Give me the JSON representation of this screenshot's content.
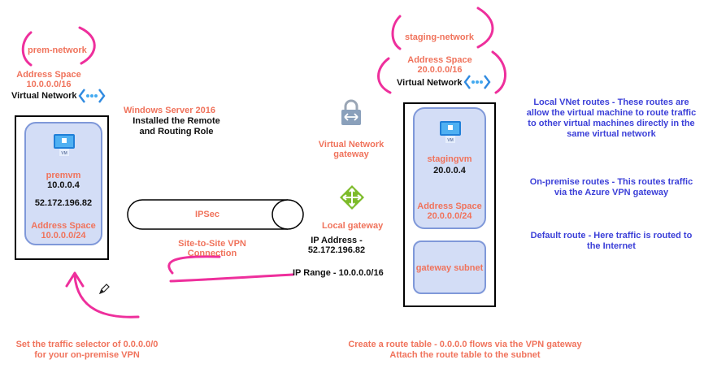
{
  "colors": {
    "orange": "#f0735c",
    "blue": "#3b3fd8",
    "magenta": "#ee2f9c",
    "vm_fill": "#d3ddf6",
    "vm_border": "#7f98d9"
  },
  "onprem": {
    "network_name": "prem-network",
    "address_space_label": "Address Space",
    "address_space_value": "10.0.0.0/16",
    "vnet_label": "Virtual Network",
    "vnet_icon": "virtual-network-icon",
    "vm_icon": "vm-monitor-icon",
    "vm_icon_text": "VM",
    "vm_name": "premvm",
    "vm_private_ip": "10.0.0.4",
    "vm_public_ip": "52.172.196.82",
    "vm_address_space_label": "Address Space",
    "vm_address_space_value": "10.0.0.0/24"
  },
  "server_note": {
    "line1": "Windows Server 2016",
    "line2": "Installed the Remote",
    "line3": "and Routing Role"
  },
  "tunnel": {
    "label": "IPSec",
    "connection_line1": "Site-to-Site VPN",
    "connection_line2": "Connection"
  },
  "vnet_gateway": {
    "icon": "lock-gateway-icon",
    "line1": "Virtual Network",
    "line2": "gateway"
  },
  "local_gateway": {
    "icon": "router-arrows-icon",
    "label": "Local gateway",
    "ip_line1": "IP Address -",
    "ip_line2": "52.172.196.82",
    "range": "IP Range - 10.0.0.0/16"
  },
  "staging": {
    "network_name": "staging-network",
    "address_space_label": "Address Space",
    "address_space_value": "20.0.0.0/16",
    "vnet_label": "Virtual Network",
    "vnet_icon": "virtual-network-icon",
    "vm_icon": "vm-monitor-icon",
    "vm_icon_text": "VM",
    "vm_name": "stagingvm",
    "vm_private_ip": "20.0.0.4",
    "vm_address_space_label": "Address Space",
    "vm_address_space_value": "20.0.0.0/24",
    "gateway_subnet": "gateway subnet"
  },
  "routes": {
    "local_vnet": [
      "Local VNet routes - These routes are",
      "allow the virtual machine to route traffic",
      "to other virtual machines directly in the",
      "same virtual network"
    ],
    "onpremise": [
      "On-premise routes - This routes traffic",
      "via the Azure VPN gateway"
    ],
    "default": [
      "Default route - Here traffic is routed to",
      "the Internet"
    ]
  },
  "notes": {
    "traffic_selector": [
      "Set the traffic selector of 0.0.0.0/0",
      "for your on-premise VPN"
    ],
    "route_table": [
      "Create a route table - 0.0.0.0 flows via the VPN gateway",
      "Attach the route table to the subnet"
    ]
  },
  "pencil_icon": "pencil-icon"
}
